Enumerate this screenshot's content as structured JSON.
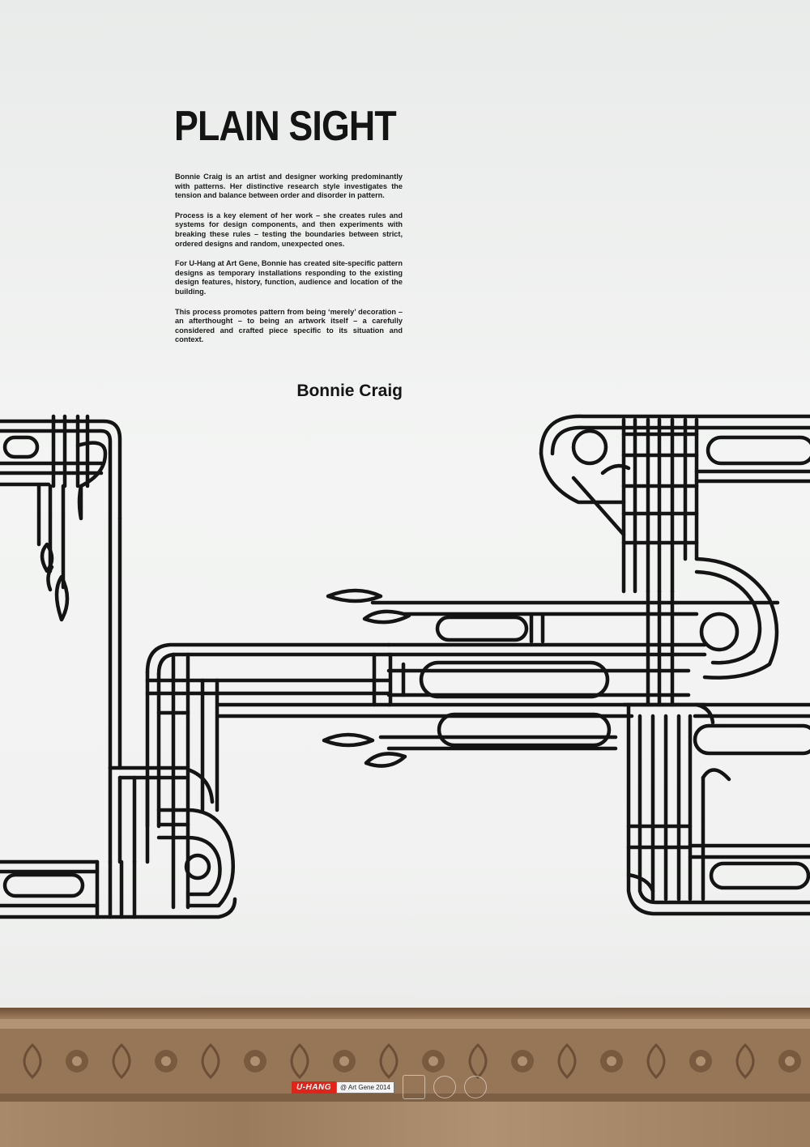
{
  "title": "PLAIN SIGHT",
  "paragraphs": [
    "Bonnie Craig is an artist and designer working predominantly with patterns. Her distinctive research style investigates the tension and balance between order and disorder in pattern.",
    "Process is a key element of her work – she creates rules and systems for design components, and then experiments with breaking these rules – testing the boundaries between strict, ordered designs and random, unexpected ones.",
    "For U-Hang at Art Gene, Bonnie has created site-specific pattern designs as temporary installations responding to the existing design features, history, function, audience and location of the building.",
    "This process promotes pattern from being ‘merely’ decoration – an afterthought – to being an artwork itself – a carefully considered and crafted piece specific to its situation and context."
  ],
  "author": "Bonnie Craig",
  "footer": {
    "uhang_logo": "U-HANG",
    "artgene_label": "@ Art Gene 2014",
    "logo_icons": [
      "barrow-borough-seal-icon",
      "arts-council-circle-icon",
      "pure-drop-icon"
    ]
  },
  "colors": {
    "wall": "#eceeec",
    "pattern": "#141414",
    "moulding": "#9a7b5c",
    "uhang_red": "#e2231a"
  }
}
